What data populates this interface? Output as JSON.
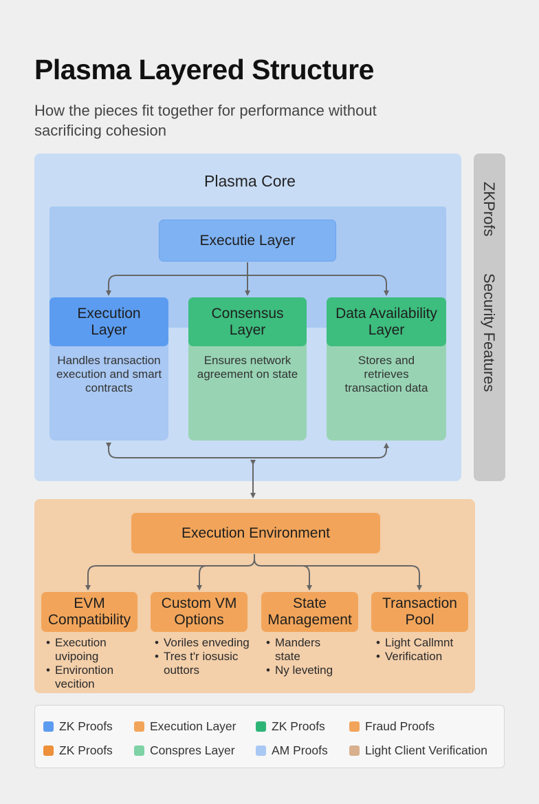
{
  "header": {
    "title": "Plasma Layered Structure",
    "subtitle": "How the pieces fit together for performance without sacrificing cohesion"
  },
  "core": {
    "title": "Plasma Core",
    "top_layer": "Executie Layer",
    "cards": [
      {
        "title": "Execution Layer",
        "desc": "Handles transaction execution and smart contracts"
      },
      {
        "title": "Consensus Layer",
        "desc": "Ensures network agreement on state"
      },
      {
        "title": "Data Availability Layer",
        "desc": "Stores and retrieves transaction data"
      }
    ]
  },
  "side": {
    "label_top": "ZKProfs",
    "label_bottom": "Security Features"
  },
  "env": {
    "title": "Execution Environment",
    "items": [
      {
        "title": "EVM Compatibility",
        "bullets": [
          "Execution uvipoing",
          "Environtion vecition"
        ]
      },
      {
        "title": "Custom VM Options",
        "bullets": [
          "Voriles enveding",
          "Tres t'r iosusic outtors"
        ]
      },
      {
        "title": "State Management",
        "bullets": [
          "Manders state",
          "Ny leveting"
        ]
      },
      {
        "title": "Transaction Pool",
        "bullets": [
          "Light Callmnt",
          "Verification"
        ]
      }
    ]
  },
  "legend": [
    {
      "label": "ZK Proofs",
      "color": "#5b9cf0"
    },
    {
      "label": "Execution Layer",
      "color": "#f2a55a"
    },
    {
      "label": "ZK Proofs",
      "color": "#2fb478"
    },
    {
      "label": "Fraud Proofs",
      "color": "#f2a55a"
    },
    {
      "label": "ZK Proofs",
      "color": "#ee8f3a"
    },
    {
      "label": "Conspres Layer",
      "color": "#7fd2a6"
    },
    {
      "label": "AM Proofs",
      "color": "#a9c8f3"
    },
    {
      "label": "Light Client Verification",
      "color": "#d8b08d"
    }
  ],
  "colors": {
    "core_bg": "#c8dcf5",
    "core_accent": "#5b9cf0",
    "consensus_accent": "#3dbd7e",
    "env_bg": "#f3cfaa",
    "env_accent": "#f2a55a",
    "connector": "#666666"
  }
}
